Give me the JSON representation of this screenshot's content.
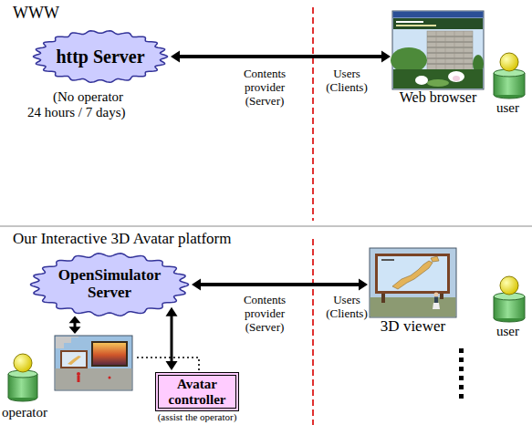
{
  "diagram": {
    "nodes": [
      {
        "text": [
          "http Server"
        ]
      },
      {
        "text": [
          "Web browser"
        ]
      },
      {
        "text": [
          "OpenSimulator Server"
        ]
      },
      {
        "text": [
          "3D viewer"
        ]
      },
      {
        "text": [
          "operator"
        ]
      },
      {
        "text": [
          "Avatar controller",
          "(assist the operator)"
        ]
      }
    ],
    "edges": [
      {
        "from": 0,
        "to": 1,
        "arrow": "both"
      },
      {
        "from": 2,
        "to": 3,
        "arrow": "both"
      },
      {
        "from": 2,
        "to": 4,
        "arrow": "both"
      },
      {
        "from": 2,
        "to": 5,
        "arrow": "both"
      },
      {
        "from": 5,
        "to": 4,
        "arrow": "none"
      }
    ],
    "labels": [
      "WWW",
      "(No operator 24 hours / 7 days)",
      "Contents provider (Server)",
      "Users (Clients)",
      "user",
      "Our Interactive 3D Avatar platform",
      "Contents provider (Server)",
      "Users (Clients)",
      "user"
    ]
  }
}
